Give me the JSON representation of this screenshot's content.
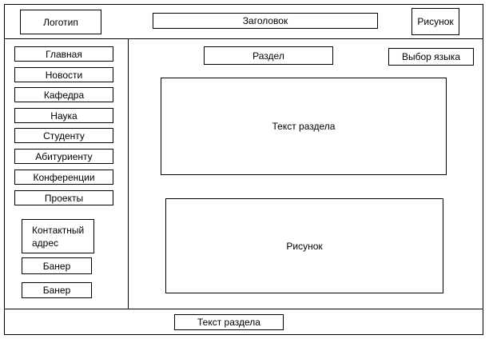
{
  "header": {
    "logo": "Логотип",
    "title": "Заголовок",
    "picture": "Рисунок"
  },
  "sidebar": {
    "menu": [
      "Главная",
      "Новости",
      "Кафедра",
      "Наука",
      "Студенту",
      "Абитуриенту",
      "Конференции",
      "Проекты"
    ],
    "contact": "Контактный адрес",
    "banners": [
      "Банер",
      "Банер"
    ]
  },
  "main": {
    "section": "Раздел",
    "language": "Выбор языка",
    "section_text": "Текст раздела",
    "picture": "Рисунок"
  },
  "footer": {
    "text": "Текст раздела"
  }
}
